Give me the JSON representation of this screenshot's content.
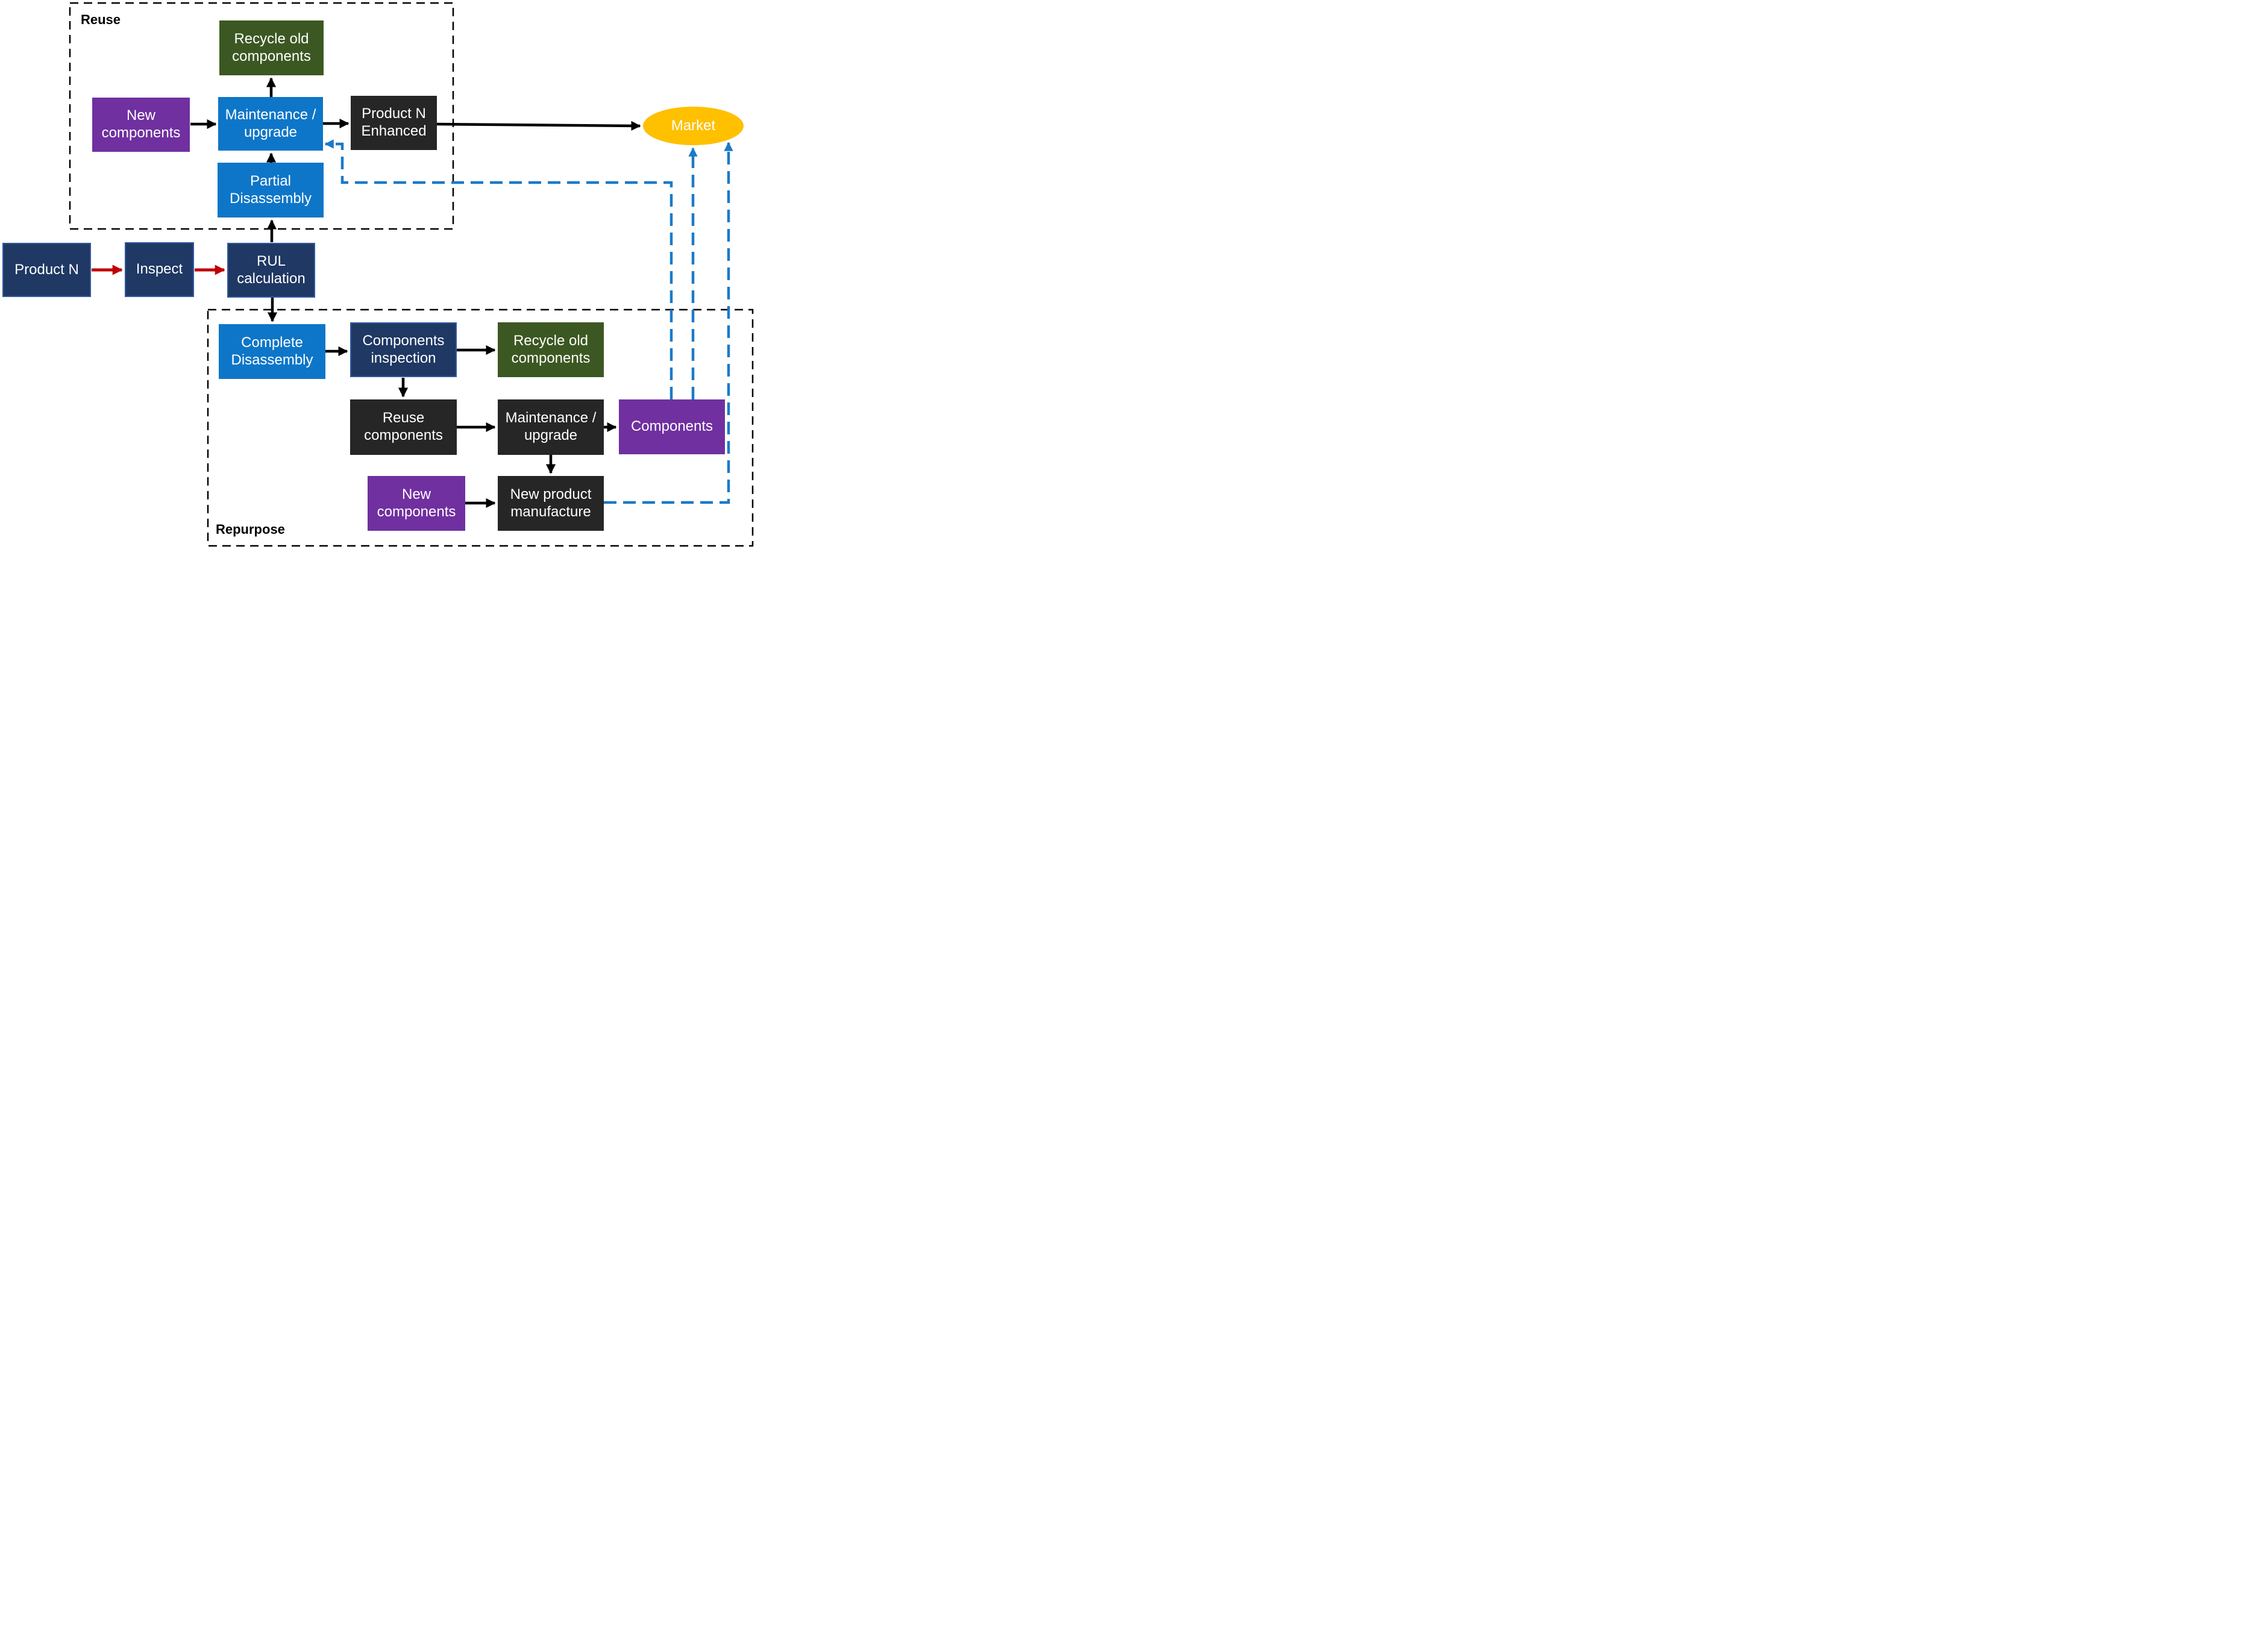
{
  "groups": {
    "reuse": {
      "label": "Reuse",
      "contains": [
        "Recycle old components",
        "New components",
        "Maintenance / upgrade",
        "Product N Enhanced",
        "Partial Disassembly"
      ]
    },
    "repurpose": {
      "label": "Repurpose",
      "contains": [
        "Complete Disassembly",
        "Components inspection",
        "Recycle old components",
        "Reuse components",
        "Maintenance / upgrade",
        "Components",
        "New components",
        "New product manufacture"
      ]
    }
  },
  "nodes": {
    "recycle_old_reuse": {
      "label": "Recycle old components",
      "shape": "rect",
      "color": "#3c5822"
    },
    "new_components_reuse": {
      "label": "New components",
      "shape": "rect",
      "color": "#7030a0"
    },
    "maintenance_reuse": {
      "label": "Maintenance / upgrade",
      "shape": "rect",
      "color": "#0e76c8"
    },
    "product_n_enhanced": {
      "label": "Product N Enhanced",
      "shape": "rect",
      "color": "#262626"
    },
    "partial_disassembly": {
      "label": "Partial Disassembly",
      "shape": "rect",
      "color": "#0e76c8"
    },
    "market": {
      "label": "Market",
      "shape": "ellipse",
      "color": "#ffc000"
    },
    "product_n": {
      "label": "Product N",
      "shape": "rect",
      "color": "#1f3864"
    },
    "inspect": {
      "label": "Inspect",
      "shape": "rect",
      "color": "#1f3864"
    },
    "rul_calculation": {
      "label": "RUL calculation",
      "shape": "rect",
      "color": "#1f3864"
    },
    "complete_disassembly": {
      "label": "Complete Disassembly",
      "shape": "rect",
      "color": "#0e76c8"
    },
    "components_inspection": {
      "label": "Components inspection",
      "shape": "rect",
      "color": "#1f3864"
    },
    "recycle_old_repurpose": {
      "label": "Recycle old components",
      "shape": "rect",
      "color": "#3c5822"
    },
    "reuse_components": {
      "label": "Reuse components",
      "shape": "rect",
      "color": "#262626"
    },
    "maintenance_repurpose": {
      "label": "Maintenance / upgrade",
      "shape": "rect",
      "color": "#262626"
    },
    "components": {
      "label": "Components",
      "shape": "rect",
      "color": "#7030a0"
    },
    "new_components_repurpose": {
      "label": "New components",
      "shape": "rect",
      "color": "#7030a0"
    },
    "new_product_manufacture": {
      "label": "New product manufacture",
      "shape": "rect",
      "color": "#262626"
    }
  },
  "edges": [
    {
      "from": "Product N",
      "to": "Inspect",
      "style": "solid",
      "color": "#c00000"
    },
    {
      "from": "Inspect",
      "to": "RUL calculation",
      "style": "solid",
      "color": "#c00000"
    },
    {
      "from": "RUL calculation",
      "to": "Partial Disassembly",
      "style": "solid",
      "color": "#000000"
    },
    {
      "from": "RUL calculation",
      "to": "Complete Disassembly",
      "style": "solid",
      "color": "#000000"
    },
    {
      "from": "New components (Reuse)",
      "to": "Maintenance / upgrade (Reuse)",
      "style": "solid",
      "color": "#000000"
    },
    {
      "from": "Partial Disassembly",
      "to": "Maintenance / upgrade (Reuse)",
      "style": "solid",
      "color": "#000000"
    },
    {
      "from": "Maintenance / upgrade (Reuse)",
      "to": "Recycle old components (Reuse)",
      "style": "solid",
      "color": "#000000"
    },
    {
      "from": "Maintenance / upgrade (Reuse)",
      "to": "Product N Enhanced",
      "style": "solid",
      "color": "#000000"
    },
    {
      "from": "Product N Enhanced",
      "to": "Market",
      "style": "solid",
      "color": "#000000"
    },
    {
      "from": "Complete Disassembly",
      "to": "Components inspection",
      "style": "solid",
      "color": "#000000"
    },
    {
      "from": "Components inspection",
      "to": "Recycle old components (Repurpose)",
      "style": "solid",
      "color": "#000000"
    },
    {
      "from": "Components inspection",
      "to": "Reuse components",
      "style": "solid",
      "color": "#000000"
    },
    {
      "from": "Reuse components",
      "to": "Maintenance / upgrade (Repurpose)",
      "style": "solid",
      "color": "#000000"
    },
    {
      "from": "Maintenance / upgrade (Repurpose)",
      "to": "Components",
      "style": "solid",
      "color": "#000000"
    },
    {
      "from": "Maintenance / upgrade (Repurpose)",
      "to": "New product manufacture",
      "style": "solid",
      "color": "#000000"
    },
    {
      "from": "New components (Repurpose)",
      "to": "New product manufacture",
      "style": "solid",
      "color": "#000000"
    },
    {
      "from": "Components",
      "to": "Maintenance / upgrade (Reuse)",
      "style": "dashed",
      "color": "#1b7ac9"
    },
    {
      "from": "Components",
      "to": "Market",
      "style": "dashed",
      "color": "#1b7ac9"
    },
    {
      "from": "New product manufacture",
      "to": "Market",
      "style": "dashed",
      "color": "#1b7ac9"
    }
  ],
  "colors": {
    "box_blue": "#0e76c8",
    "box_navy": "#1f3864",
    "box_navy_border": "#32599e",
    "box_green": "#3c5822",
    "box_purple": "#7030a0",
    "box_dark": "#262626",
    "market_yellow": "#ffc000",
    "arrow_black": "#000000",
    "arrow_red": "#c00000",
    "feedback_dashed_blue": "#1b7ac9",
    "group_border": "#000000",
    "node_text": "#ffffff"
  }
}
